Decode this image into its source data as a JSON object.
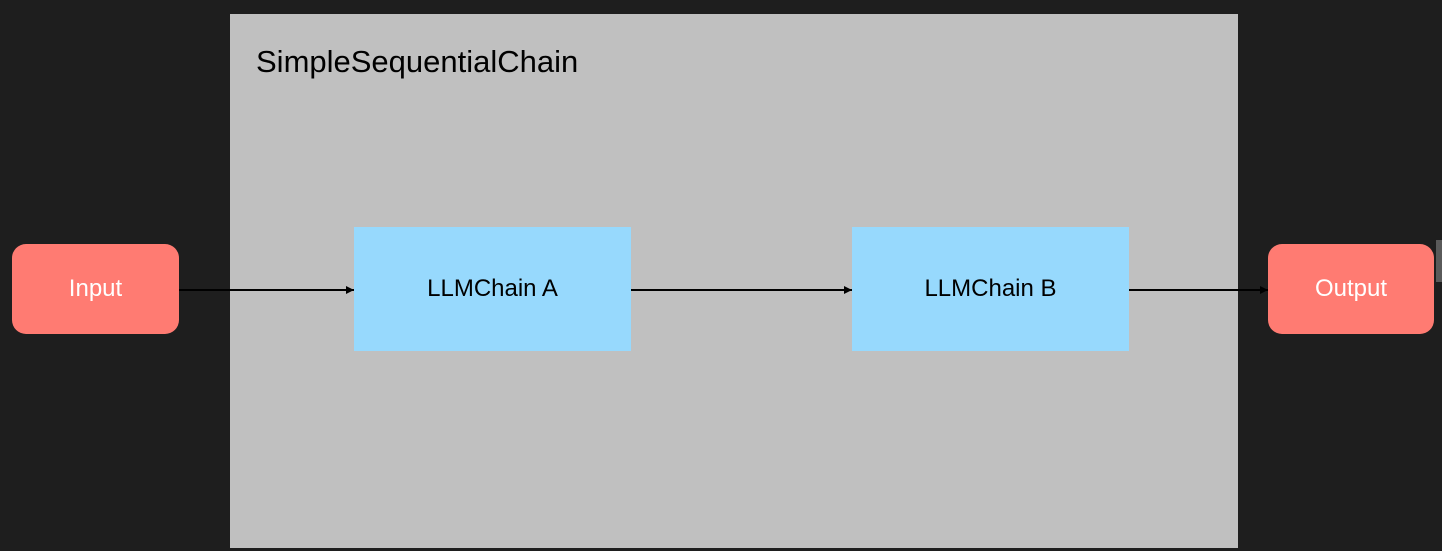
{
  "diagram": {
    "container": {
      "title": "SimpleSequentialChain"
    },
    "nodes": {
      "input": {
        "label": "Input"
      },
      "chain_a": {
        "label": "LLMChain A"
      },
      "chain_b": {
        "label": "LLMChain B"
      },
      "output": {
        "label": "Output"
      }
    },
    "edges": [
      {
        "from": "input",
        "to": "chain_a"
      },
      {
        "from": "chain_a",
        "to": "chain_b"
      },
      {
        "from": "chain_b",
        "to": "output"
      }
    ]
  },
  "colors": {
    "background": "#1e1e1e",
    "container": "#c0c0c0",
    "io_node": "#ff7b72",
    "chain_node": "#97d9fd",
    "arrow": "#000000"
  }
}
